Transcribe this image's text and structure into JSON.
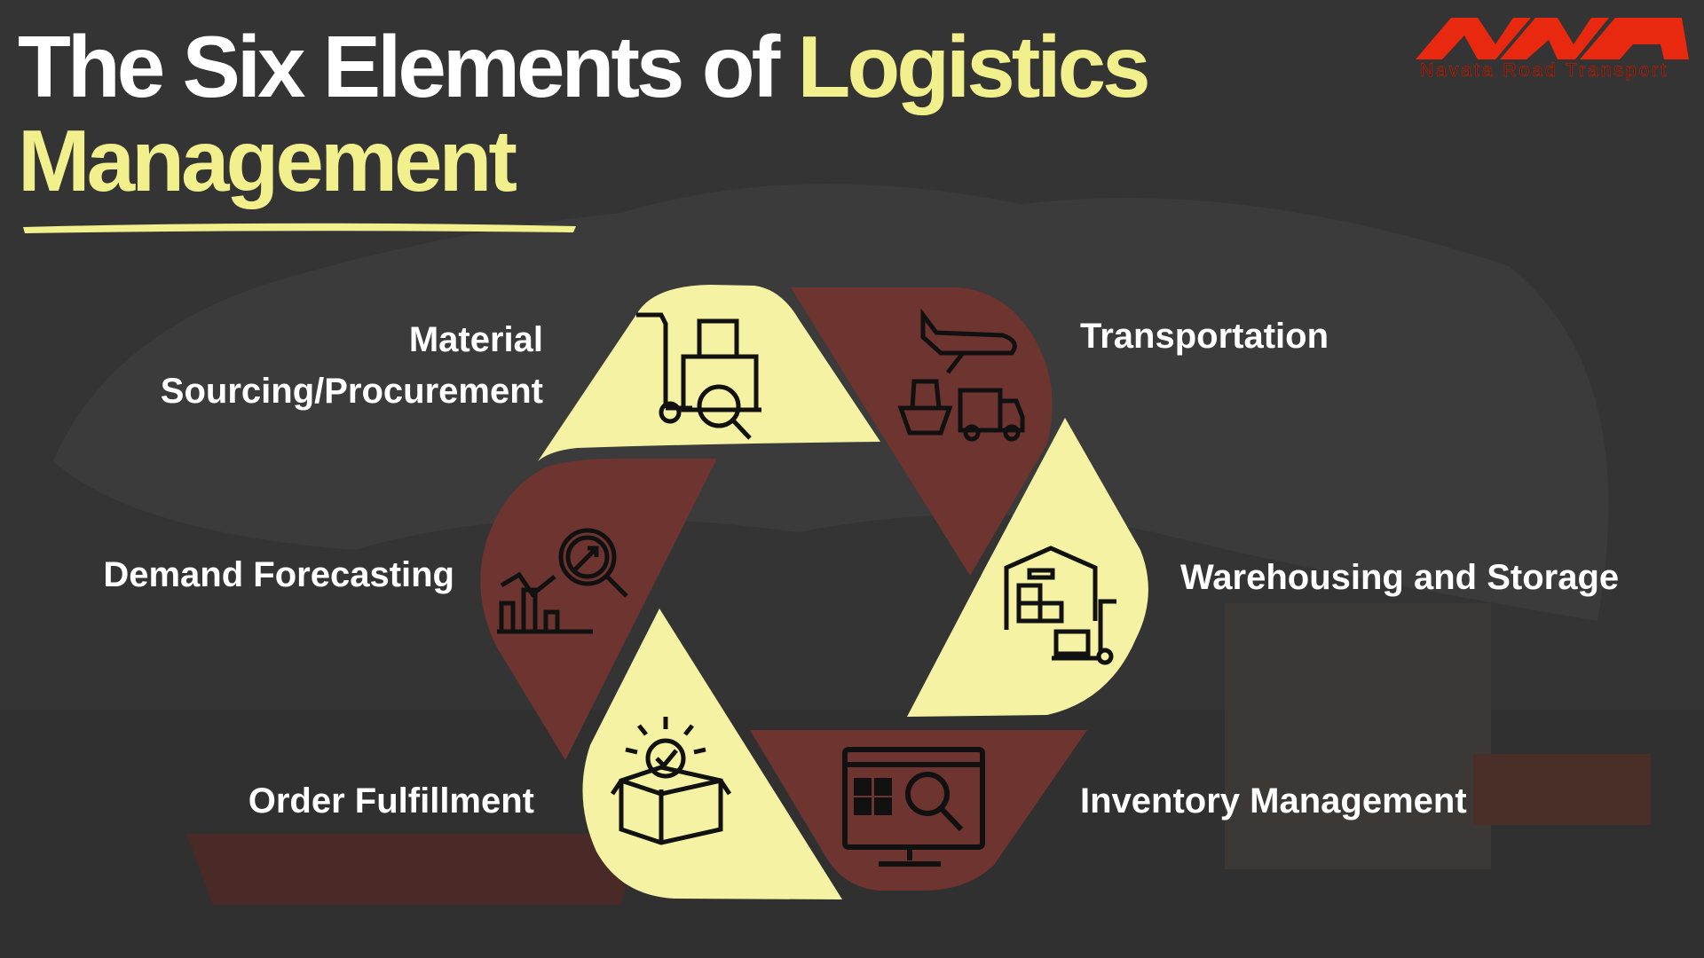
{
  "title": {
    "line1_white": "The Six Elements of ",
    "line1_highlight": "Logistics",
    "line2_highlight": "Management"
  },
  "logo": {
    "mark": "NAVATA",
    "subtitle": "Navata Road Transport"
  },
  "elements": [
    {
      "label_line1": "Material",
      "label_line2": "Sourcing/Procurement",
      "icon": "trolley-boxes-search-icon",
      "color": "#f5f3a3"
    },
    {
      "label": "Transportation",
      "icon": "plane-ship-truck-icon",
      "color": "#6e3430"
    },
    {
      "label": "Warehousing and Storage",
      "icon": "warehouse-icon",
      "color": "#f5f3a3"
    },
    {
      "label": "Inventory Management",
      "icon": "monitor-inventory-search-icon",
      "color": "#6e3430"
    },
    {
      "label": "Order Fulfillment",
      "icon": "box-checkmark-icon",
      "color": "#f5f3a3"
    },
    {
      "label": "Demand Forecasting",
      "icon": "chart-search-icon",
      "color": "#6e3430"
    }
  ],
  "colors": {
    "background": "#343434",
    "accent_yellow": "#f2f08c",
    "petal_red": "#6e3430",
    "logo_red": "#e8290f"
  }
}
